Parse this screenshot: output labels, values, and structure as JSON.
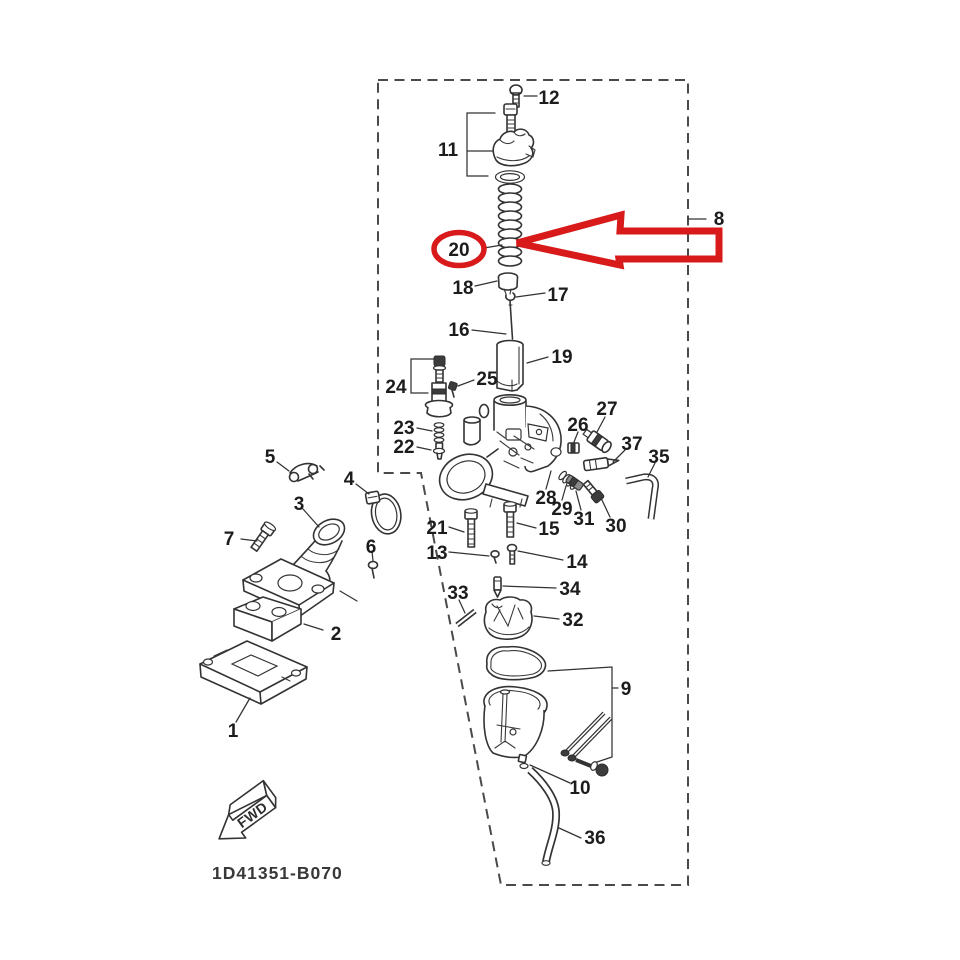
{
  "diagram": {
    "code": "1D41351-B070",
    "fwd_label": "FWD",
    "highlighted_part": "20",
    "colors": {
      "highlight": "#d81a1a",
      "line": "#333333",
      "background": "#ffffff"
    },
    "parts": {
      "1": "1",
      "2": "2",
      "3": "3",
      "4": "4",
      "5": "5",
      "6": "6",
      "7": "7",
      "8": "8",
      "9": "9",
      "10": "10",
      "11": "11",
      "12": "12",
      "13": "13",
      "14": "14",
      "15": "15",
      "16": "16",
      "17": "17",
      "18": "18",
      "19": "19",
      "20": "20",
      "21": "21",
      "22": "22",
      "23": "23",
      "24": "24",
      "25": "25",
      "26": "26",
      "27": "27",
      "28": "28",
      "29": "29",
      "30": "30",
      "31": "31",
      "32": "32",
      "33": "33",
      "34": "34",
      "35": "35",
      "36": "36",
      "37": "37"
    }
  }
}
